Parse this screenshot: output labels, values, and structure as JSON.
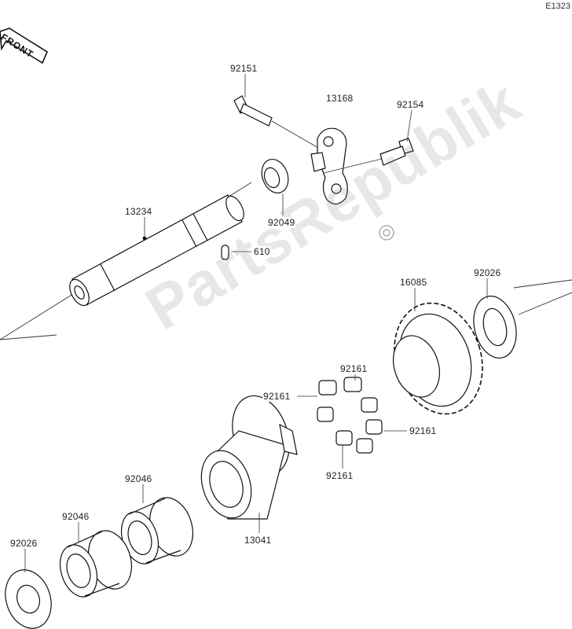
{
  "diagram_code": "E1323",
  "front_label": "FRONT",
  "watermark": "PartsRepublik",
  "parts": {
    "p92151": "92151",
    "p13168": "13168",
    "p92154": "92154",
    "p92049": "92049",
    "p13234": "13234",
    "p610": "610",
    "p16085": "16085",
    "p92026_top": "92026",
    "p92161_top": "92161",
    "p92161_left": "92161",
    "p92161_right": "92161",
    "p92161_bottom": "92161",
    "p13041": "13041",
    "p92046_upper": "92046",
    "p92046_lower": "92046",
    "p92026_bottom": "92026"
  }
}
